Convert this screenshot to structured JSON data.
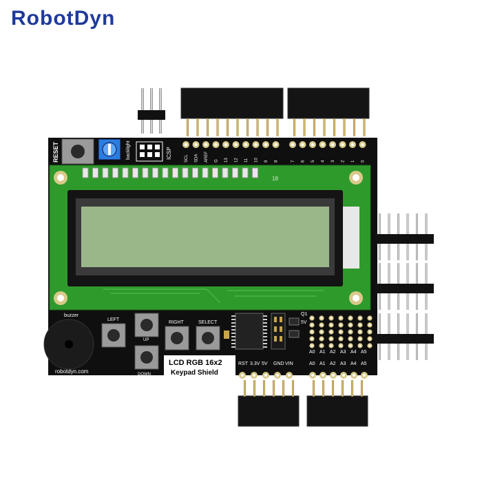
{
  "brand": {
    "logo_text": "RobotDyn"
  },
  "board": {
    "reset_label": "RESET",
    "backlight_label": "backlight",
    "icsp_label": "ICSP",
    "top_pin_labels": [
      "SCL",
      "SDA",
      "AREF",
      "G",
      "13",
      "12",
      "11",
      "10",
      "9",
      "8",
      "7",
      "6",
      "5",
      "4",
      "3",
      "2",
      "1",
      "0"
    ],
    "lcd_pin_number": "18",
    "buzzer_label": "buzzer",
    "buttons": {
      "left": "LEFT",
      "up": "UP",
      "right": "RIGHT",
      "select": "SELECT",
      "down": "DOWN"
    },
    "title_line1": "LCD RGB 16x2",
    "title_line2": "Keypad Shield",
    "website": "robotdyn.com",
    "power_pin_labels": [
      "RST",
      "3.3V",
      "5V",
      "GND",
      "VIN"
    ],
    "analog_pin_labels": [
      "A0",
      "A1",
      "A2",
      "A3",
      "A4",
      "A5"
    ],
    "ic_labels": {
      "q1": "Q1",
      "v5": "5V"
    },
    "colors": {
      "pcb": "#0f0f0f",
      "lcd_board": "#2f9a2c",
      "lcd_glass": "#9ab78a",
      "header_black": "#111111",
      "pin_gold": "#c8a64a",
      "brand_blue": "#1f3a9a"
    }
  }
}
